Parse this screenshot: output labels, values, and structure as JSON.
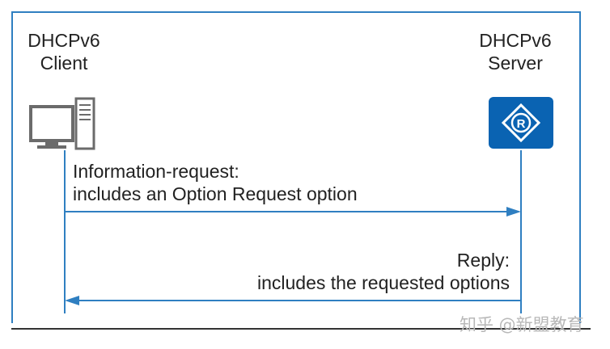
{
  "client": {
    "title_line1": "DHCPv6",
    "title_line2": "Client",
    "icon": "computer-icon"
  },
  "server": {
    "title_line1": "DHCPv6",
    "title_line2": "Server",
    "icon": "router-icon"
  },
  "messages": [
    {
      "name": "Information-request:",
      "detail": "includes an Option Request option",
      "direction": "client-to-server"
    },
    {
      "name": "Reply:",
      "detail": "includes the requested options",
      "direction": "server-to-client"
    }
  ],
  "watermark": "知乎 @新盟教育",
  "colors": {
    "frame": "#2f7fc1",
    "arrow": "#2f7fc1",
    "router_fill": "#0a63b2",
    "computer": "#6b6b6b"
  }
}
